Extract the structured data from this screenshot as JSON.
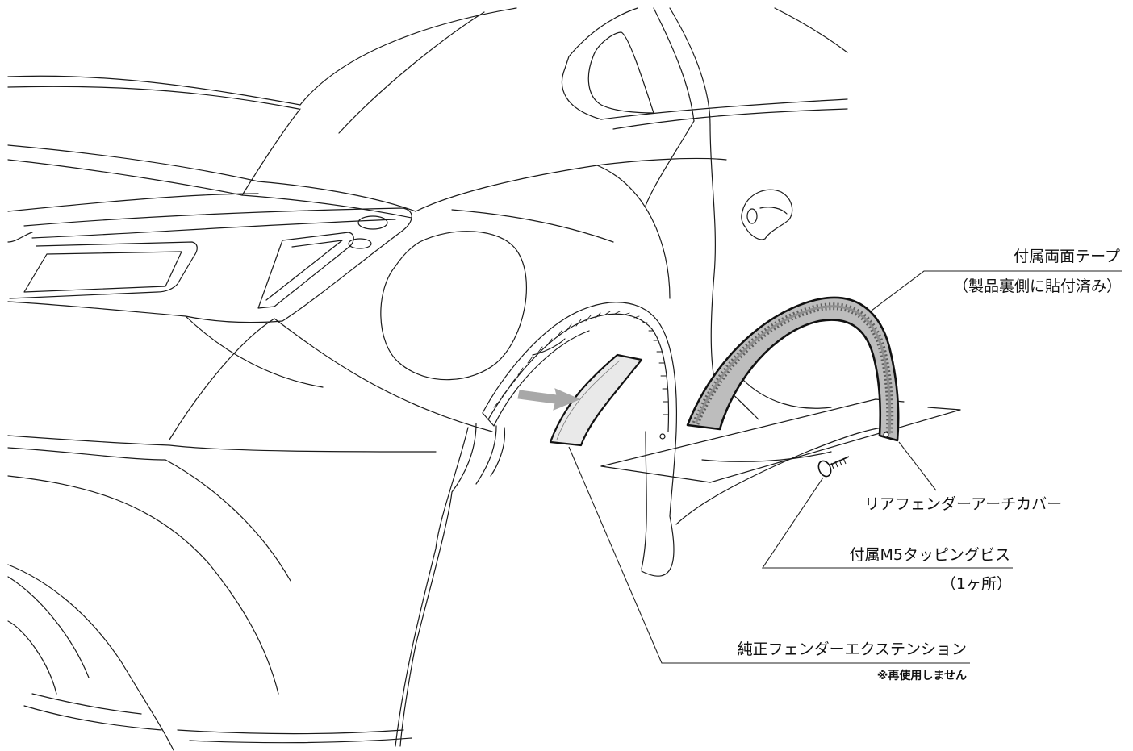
{
  "labels": {
    "tape": "付属両面テープ",
    "tape_note": "（製品裏側に貼付済み）",
    "arch_cover": "リアフェンダーアーチカバー",
    "screw": "付属M5タッピングビス",
    "screw_note": "（1ヶ所）",
    "extension": "純正フェンダーエクステンション",
    "extension_note": "※再使用しません"
  },
  "colors": {
    "line": "#1a1a1a",
    "part_fill": "#bdbdbd",
    "tape_fill": "#8f8f8f",
    "arrow_fill": "#a8a8a8",
    "extension_fill": "#e9e9e9"
  }
}
